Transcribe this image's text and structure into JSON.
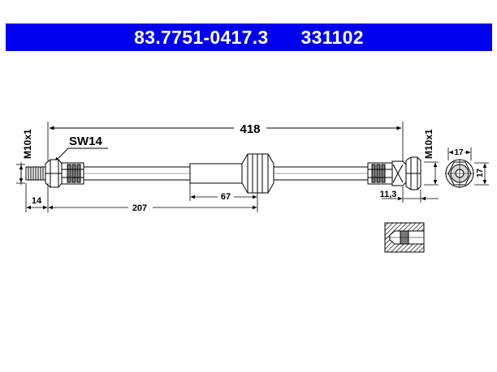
{
  "header": {
    "part_number": "83.7751-0417.3",
    "ref_number": "331102",
    "background_color": "#0000ee",
    "text_color": "#ffffff"
  },
  "drawing": {
    "total_length": "418",
    "wrench_size": "SW14",
    "thread_left": "M10x1",
    "thread_right": "M10x1",
    "dim_left_fitting": "14",
    "dim_to_sleeve": "207",
    "dim_sleeve": "67",
    "dim_right_fitting": "11,3",
    "dim_face_width": "17",
    "dim_face_height": "17"
  },
  "colors": {
    "line": "#000000",
    "fill_dark": "#7a7a7a",
    "fill_light": "#d9d9d9",
    "hatch_fill": "#666666"
  }
}
